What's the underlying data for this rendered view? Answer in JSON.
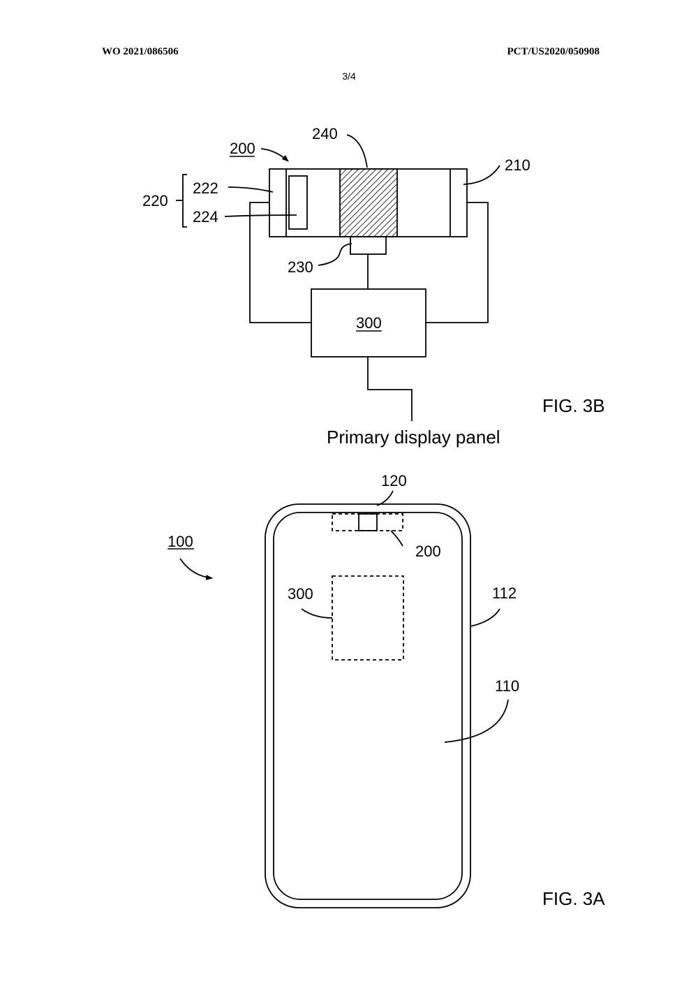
{
  "header": {
    "publication_number": "WO 2021/086506",
    "application_number": "PCT/US2020/050908",
    "sheet": "3/4"
  },
  "fig3b": {
    "caption": "FIG. 3B",
    "ref_200": "200",
    "ref_210": "210",
    "ref_220": "220",
    "ref_222": "222",
    "ref_224": "224",
    "ref_230": "230",
    "ref_240": "240",
    "ref_300": "300",
    "output_label": "Primary display panel"
  },
  "fig3a": {
    "caption": "FIG. 3A",
    "ref_100": "100",
    "ref_110": "110",
    "ref_112": "112",
    "ref_120": "120",
    "ref_200": "200",
    "ref_300": "300"
  },
  "colors": {
    "line": "#000000",
    "paper": "#ffffff"
  }
}
